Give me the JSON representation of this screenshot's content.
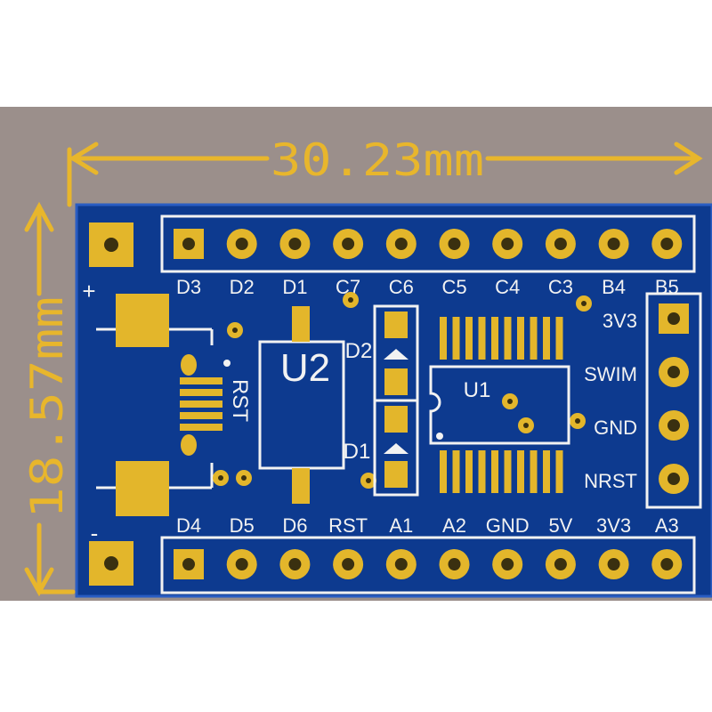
{
  "dimensions": {
    "width_label": "30.23mm",
    "height_label": "18.57mm"
  },
  "polarity": {
    "plus": "+",
    "minus": "-"
  },
  "top_header_pins": [
    "D3",
    "D2",
    "D1",
    "C7",
    "C6",
    "C5",
    "C4",
    "C3",
    "B4",
    "B5"
  ],
  "bottom_header_pins": [
    "D4",
    "D5",
    "D6",
    "RST",
    "A1",
    "A2",
    "GND",
    "5V",
    "3V3",
    "A3"
  ],
  "swim_header_pins": [
    "3V3",
    "SWIM",
    "GND",
    "NRST"
  ],
  "components": {
    "regulator": "U2",
    "mcu": "U1",
    "led_1": "D1",
    "led_2": "D2",
    "reset_button": "RST"
  },
  "colors": {
    "background": "#ffffff",
    "backdrop": "#9b8f8b",
    "board": "#0d3a8f",
    "board_edge": "#2a5dc2",
    "pad_gold": "#e3b62b",
    "silkscreen": "#f2f2f2",
    "dimension": "#e8b62c"
  }
}
